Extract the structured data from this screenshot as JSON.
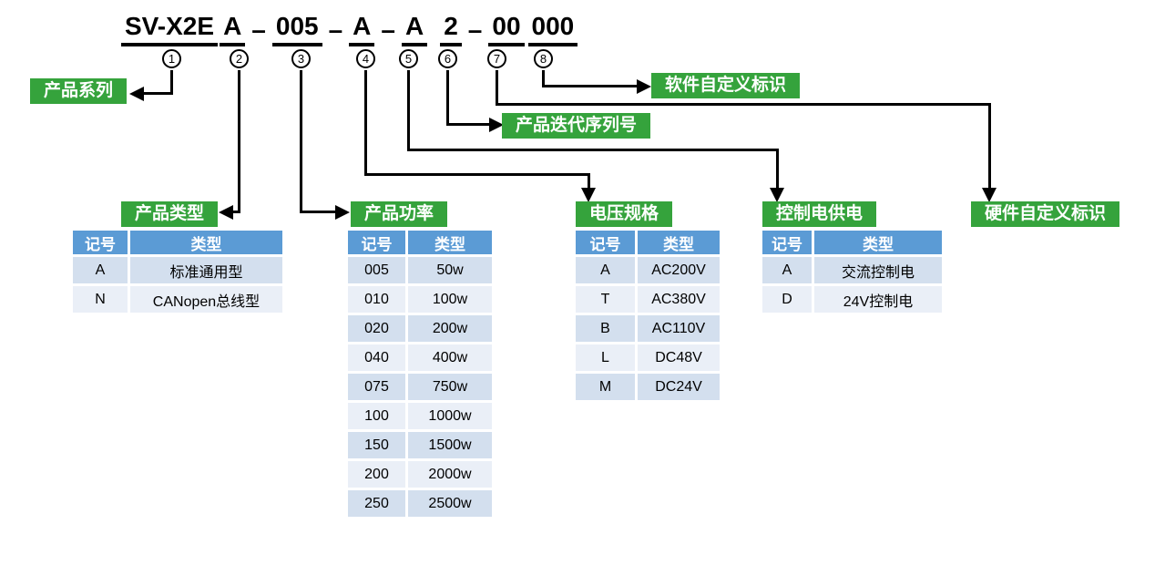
{
  "title": {
    "segments": [
      "SV-X2E",
      "A",
      "005",
      "A",
      "A",
      "2",
      "00",
      "000"
    ],
    "dash": "–"
  },
  "markers": [
    "1",
    "2",
    "3",
    "4",
    "5",
    "6",
    "7",
    "8"
  ],
  "labels": {
    "product_series": "产品系列",
    "product_type": "产品类型",
    "product_power": "产品功率",
    "voltage_spec": "电压规格",
    "control_power": "控制电供电",
    "iteration_serial": "产品迭代序列号",
    "software_id": "软件自定义标识",
    "hardware_id": "硬件自定义标识"
  },
  "tables": {
    "product_type": {
      "headers": [
        "记号",
        "类型"
      ],
      "rows": [
        [
          "A",
          "标准通用型"
        ],
        [
          "N",
          "CANopen总线型"
        ]
      ]
    },
    "product_power": {
      "headers": [
        "记号",
        "类型"
      ],
      "rows": [
        [
          "005",
          "50w"
        ],
        [
          "010",
          "100w"
        ],
        [
          "020",
          "200w"
        ],
        [
          "040",
          "400w"
        ],
        [
          "075",
          "750w"
        ],
        [
          "100",
          "1000w"
        ],
        [
          "150",
          "1500w"
        ],
        [
          "200",
          "2000w"
        ],
        [
          "250",
          "2500w"
        ]
      ]
    },
    "voltage_spec": {
      "headers": [
        "记号",
        "类型"
      ],
      "rows": [
        [
          "A",
          "AC200V"
        ],
        [
          "T",
          "AC380V"
        ],
        [
          "B",
          "AC110V"
        ],
        [
          "L",
          "DC48V"
        ],
        [
          "M",
          "DC24V"
        ]
      ]
    },
    "control_power": {
      "headers": [
        "记号",
        "类型"
      ],
      "rows": [
        [
          "A",
          "交流控制电"
        ],
        [
          "D",
          "24V控制电"
        ]
      ]
    }
  },
  "colors": {
    "green": "#35a33c",
    "header_blue": "#5b9bd5",
    "band_dark": "#d3dfee",
    "band_light": "#eaeff7",
    "line": "#000000"
  }
}
